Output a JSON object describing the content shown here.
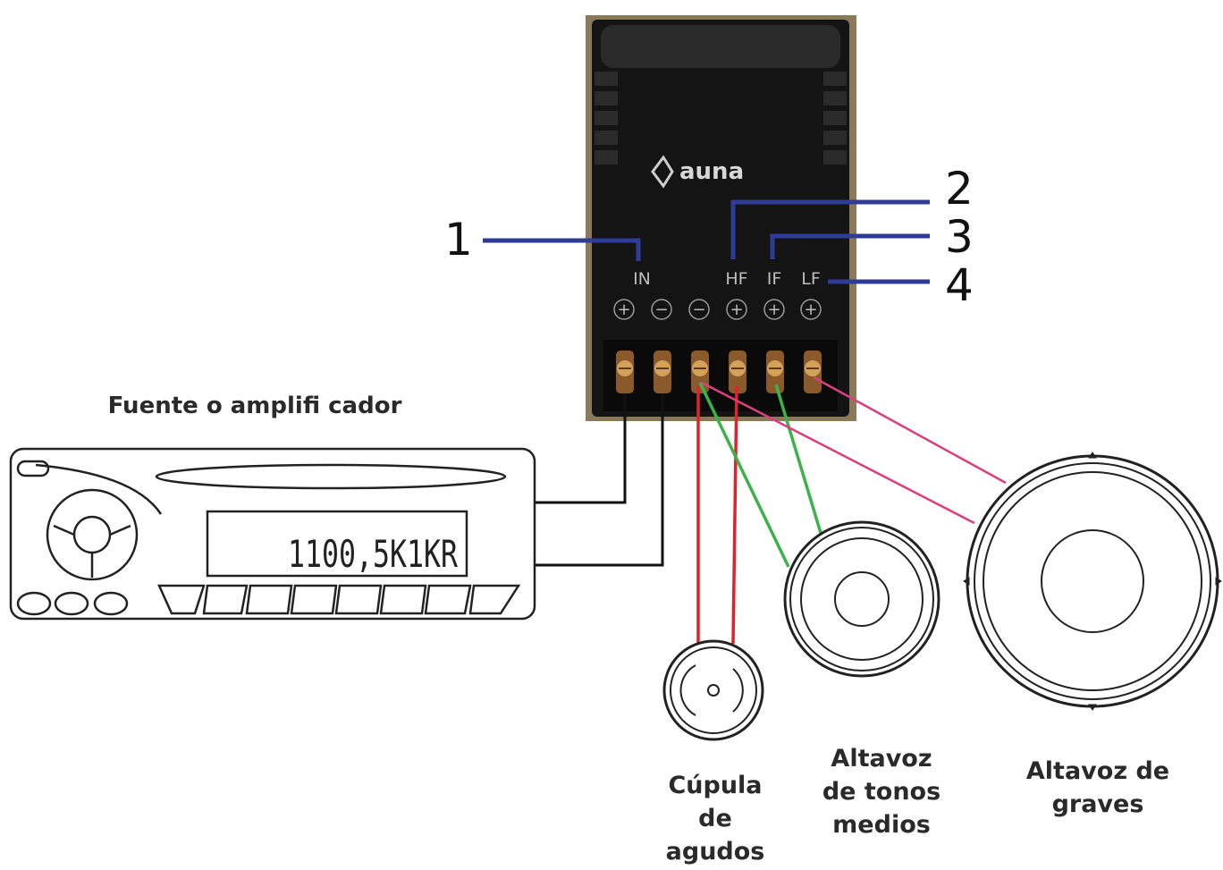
{
  "labels": {
    "source": "Fuente o amplifi cador",
    "tweeter": "Cúpula de agudos",
    "midrange": "Altavoz de tonos medios",
    "woofer": "Altavoz de graves"
  },
  "crossover": {
    "brand": "auna",
    "terminals": [
      "IN",
      "HF",
      "IF",
      "LF"
    ],
    "polarity": [
      "+",
      "−",
      "−",
      "+",
      "+",
      "+"
    ]
  },
  "callouts": [
    "1",
    "2",
    "3",
    "4"
  ],
  "radio": {
    "display": "1100,5K1KR"
  },
  "colors": {
    "callout_line": "#2e3c96",
    "tweeter_wire": "#e0222f",
    "midrange_wire": "#3cb34a",
    "woofer_wire": "#d9407f",
    "crossover_body": "#141414"
  }
}
